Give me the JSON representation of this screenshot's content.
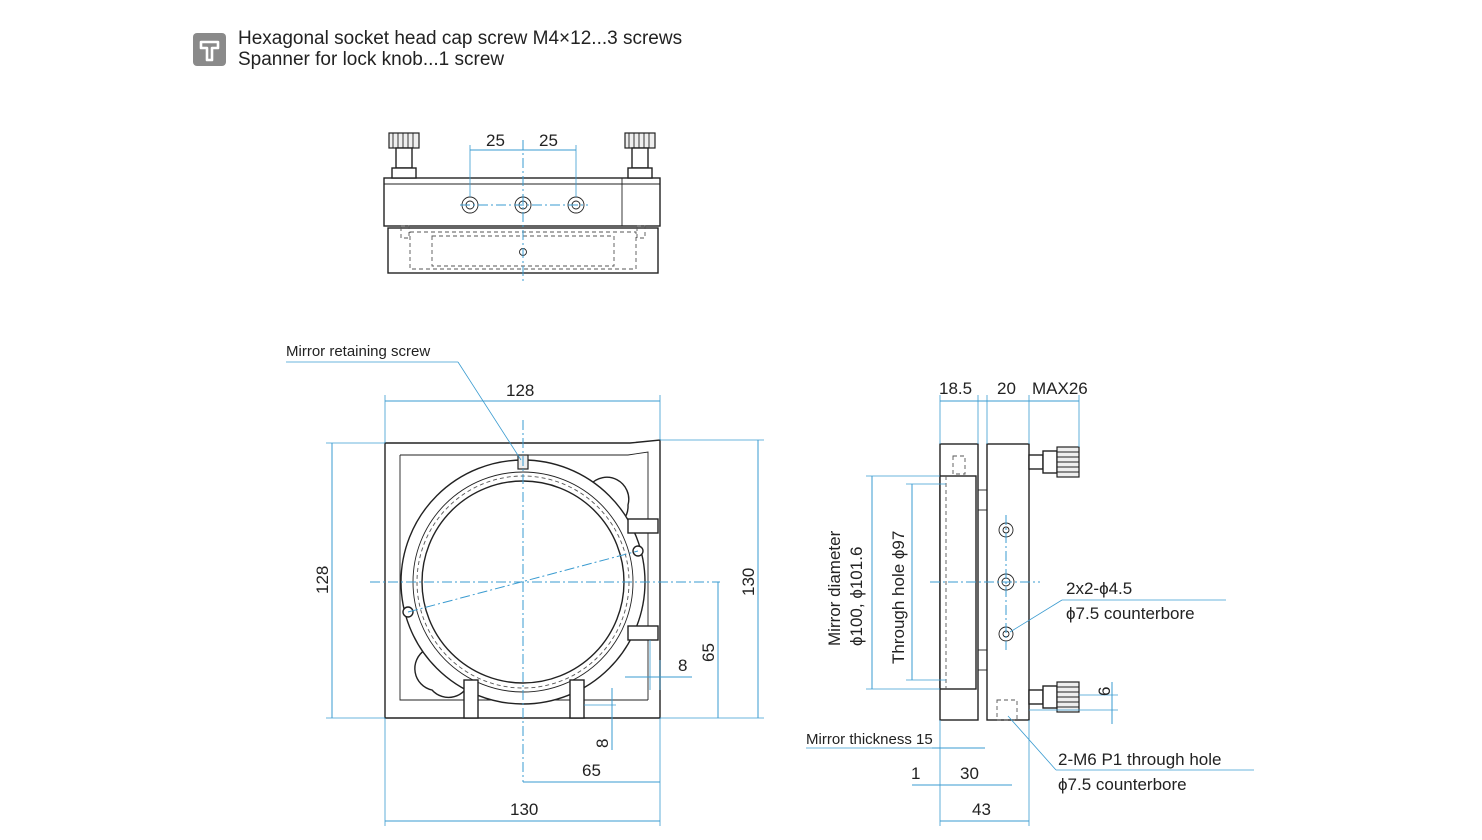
{
  "accessories": {
    "icon": "tool-icon",
    "line1": "Hexagonal socket head cap screw M4×12...3 screws",
    "line2": "Spanner for lock knob...1 screw"
  },
  "top_view": {
    "dim_left": "25",
    "dim_right": "25"
  },
  "front_view": {
    "callout_retaining_screw": "Mirror retaining screw",
    "dim_top_width": "128",
    "dim_left_height": "128",
    "dim_right_height": "130",
    "dim_hole_height": "65",
    "dim_side_offset": "8",
    "dim_bottom_offset": "8",
    "dim_half_width": "65",
    "dim_bottom_width": "130"
  },
  "side_view": {
    "dim_plate": "18.5",
    "dim_body": "20",
    "dim_max": "MAX26",
    "mirror_diameter_line1": "Mirror diameter",
    "mirror_diameter_line2": "ϕ100, ϕ101.6",
    "through_hole": "Through hole ϕ97",
    "holes_label_line1": "2x2-ϕ4.5",
    "holes_label_line2": "ϕ7.5 counterbore",
    "dim_six": "6",
    "mirror_thickness": "Mirror thickness 15",
    "dim_one": "1",
    "dim_thirty": "30",
    "dim_fortythree": "43",
    "m6_label_line1": "2-M6 P1 through hole",
    "m6_label_line2": "ϕ7.5 counterbore"
  }
}
